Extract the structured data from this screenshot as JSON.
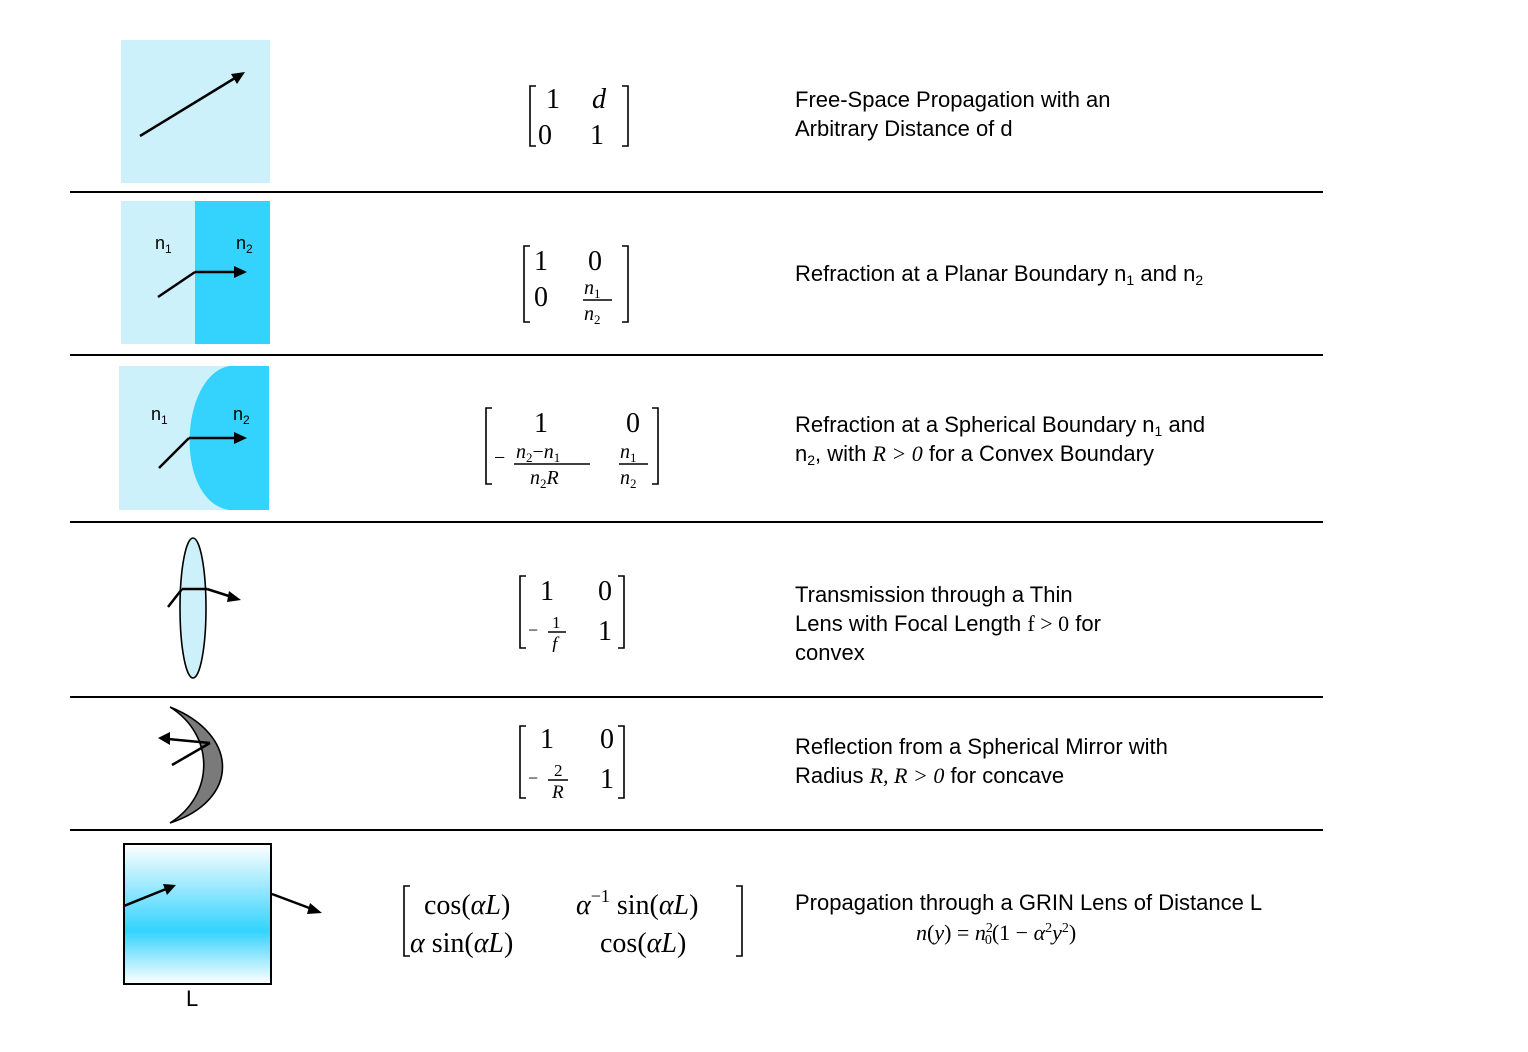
{
  "accent": {
    "light": "#cdf1fb",
    "dark": "#33d3fd",
    "mirror": "#7a7a7a"
  },
  "rows": [
    {
      "icon": "free-space-arrow-icon",
      "matrix": [
        [
          "1",
          "d"
        ],
        [
          "0",
          "1"
        ]
      ],
      "desc_lines": [
        "Free-Space Propagation with an",
        "Arbitrary Distance of d"
      ]
    },
    {
      "icon": "planar-boundary-icon",
      "labels": {
        "n1": "n",
        "n1_sub": "1",
        "n2": "n",
        "n2_sub": "2"
      },
      "matrix": [
        [
          "1",
          "0"
        ],
        [
          "0",
          "n1/n2"
        ]
      ],
      "desc": {
        "a": "Refraction at a Planar Boundary n",
        "a_sub": "1",
        "b": " and n",
        "b_sub": "2"
      }
    },
    {
      "icon": "spherical-boundary-icon",
      "labels": {
        "n1": "n",
        "n1_sub": "1",
        "n2": "n",
        "n2_sub": "2"
      },
      "matrix": [
        [
          "1",
          "0"
        ],
        [
          "-(n2-n1)/(n2 R)",
          "n1/n2"
        ]
      ],
      "desc": {
        "l1a": "Refraction at a Spherical Boundary n",
        "l1_sub": "1",
        "l1b": " and",
        "l2a": "n",
        "l2_sub": "2",
        "l2b": ", with ",
        "l2m": "R > 0",
        "l2c": " for a Convex Boundary"
      }
    },
    {
      "icon": "thin-lens-icon",
      "matrix": [
        [
          "1",
          "0"
        ],
        [
          "-1/f",
          "1"
        ]
      ],
      "desc": {
        "l1": "Transmission through a Thin",
        "l2a": "Lens with Focal Length ",
        "l2m": "f > 0",
        "l2b": " for",
        "l3": "convex"
      }
    },
    {
      "icon": "spherical-mirror-icon",
      "matrix": [
        [
          "1",
          "0"
        ],
        [
          "-2/R",
          "1"
        ]
      ],
      "desc": {
        "l1": "Reflection from a Spherical Mirror with",
        "l2a": "Radius ",
        "l2m": "R, R > 0",
        "l2b": " for concave"
      }
    },
    {
      "icon": "grin-lens-icon",
      "labels": {
        "L": "L"
      },
      "matrix": [
        [
          "cos(αL)",
          "α⁻¹ sin(αL)"
        ],
        [
          "α sin(αL)",
          "cos(αL)"
        ]
      ],
      "desc": {
        "l1": "Propagation through a GRIN Lens of Distance L"
      },
      "formula": {
        "a": "n(y) = n",
        "sup": "2",
        "sub": "0",
        "b": "(1 − α",
        "sup2": "2",
        "c": "y",
        "sup3": "2",
        "d": ")"
      }
    }
  ]
}
